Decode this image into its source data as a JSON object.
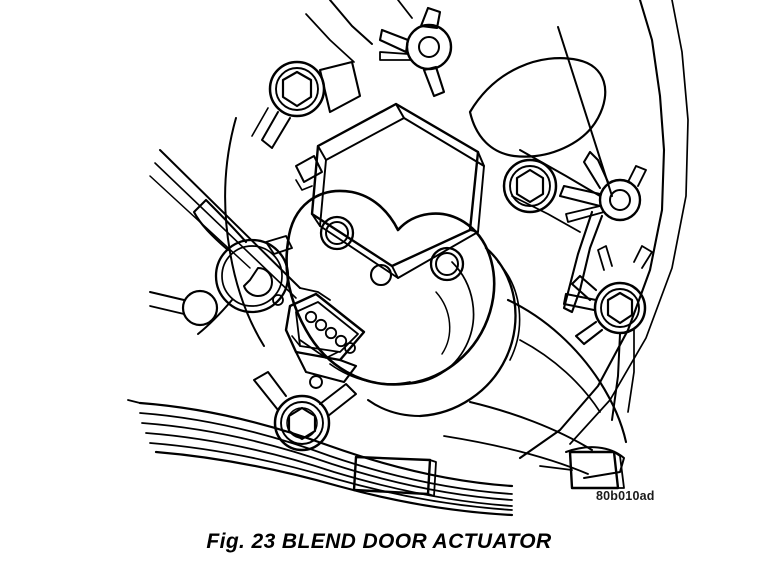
{
  "figure": {
    "caption": "Fig. 23 BLEND DOOR ACTUATOR",
    "part_id": "80b010ad",
    "title": "Blend Door Actuator",
    "illustration_type": "line-art technical service diagram",
    "colors": {
      "background": "#ffffff",
      "line": "#000000",
      "caption_text": "#000000",
      "part_id_text": "#1a1a1a"
    }
  },
  "components": {
    "actuator_body": {
      "name": "blend-door-actuator-housing",
      "description": "Round actuator housing with motor box"
    },
    "motor_box": {
      "name": "actuator-motor-box",
      "description": "Angled rectangular motor housing above round face"
    },
    "center_pivot": {
      "name": "actuator-center-pivot",
      "description": "Small circular pivot boss at center of round face"
    },
    "mounting_bosses": [
      {
        "name": "mounting-boss-upper-left"
      },
      {
        "name": "mounting-boss-right"
      }
    ],
    "electrical_connector": {
      "name": "electrical-connector",
      "pin_count": 5,
      "description": "Multi-pin connector on lower-left of actuator"
    },
    "hex_bolts": [
      {
        "name": "hex-bolt-upper-left"
      },
      {
        "name": "hex-bolt-upper-right"
      },
      {
        "name": "hex-bolt-lower-right"
      },
      {
        "name": "hex-bolt-lower-left"
      }
    ],
    "retainer_clips": [
      {
        "name": "retainer-clip-top"
      },
      {
        "name": "retainer-clip-right-upper"
      },
      {
        "name": "retainer-clip-right-lower"
      }
    ],
    "bracket_arm": {
      "name": "bracket-pivot-arm",
      "description": "Linkage bracket with pivot boss and stud on left"
    },
    "wiring_harness": {
      "name": "wiring-harness-bundle",
      "strand_count": 6,
      "description": "Wire bundle running across bottom with tape wrap"
    },
    "harness_wrap": {
      "name": "harness-tape-wrap",
      "description": "Rectangular tape/clip wrap block on harness"
    },
    "harness_end_connector": {
      "name": "harness-end-connector",
      "description": "Connector block at right end of harness"
    },
    "linkage_rod": {
      "name": "linkage-rod",
      "description": "Thin control rod entering from upper left"
    },
    "background_panel": {
      "name": "background-hvac-panel",
      "description": "HVAC housing panel contours behind actuator"
    }
  }
}
